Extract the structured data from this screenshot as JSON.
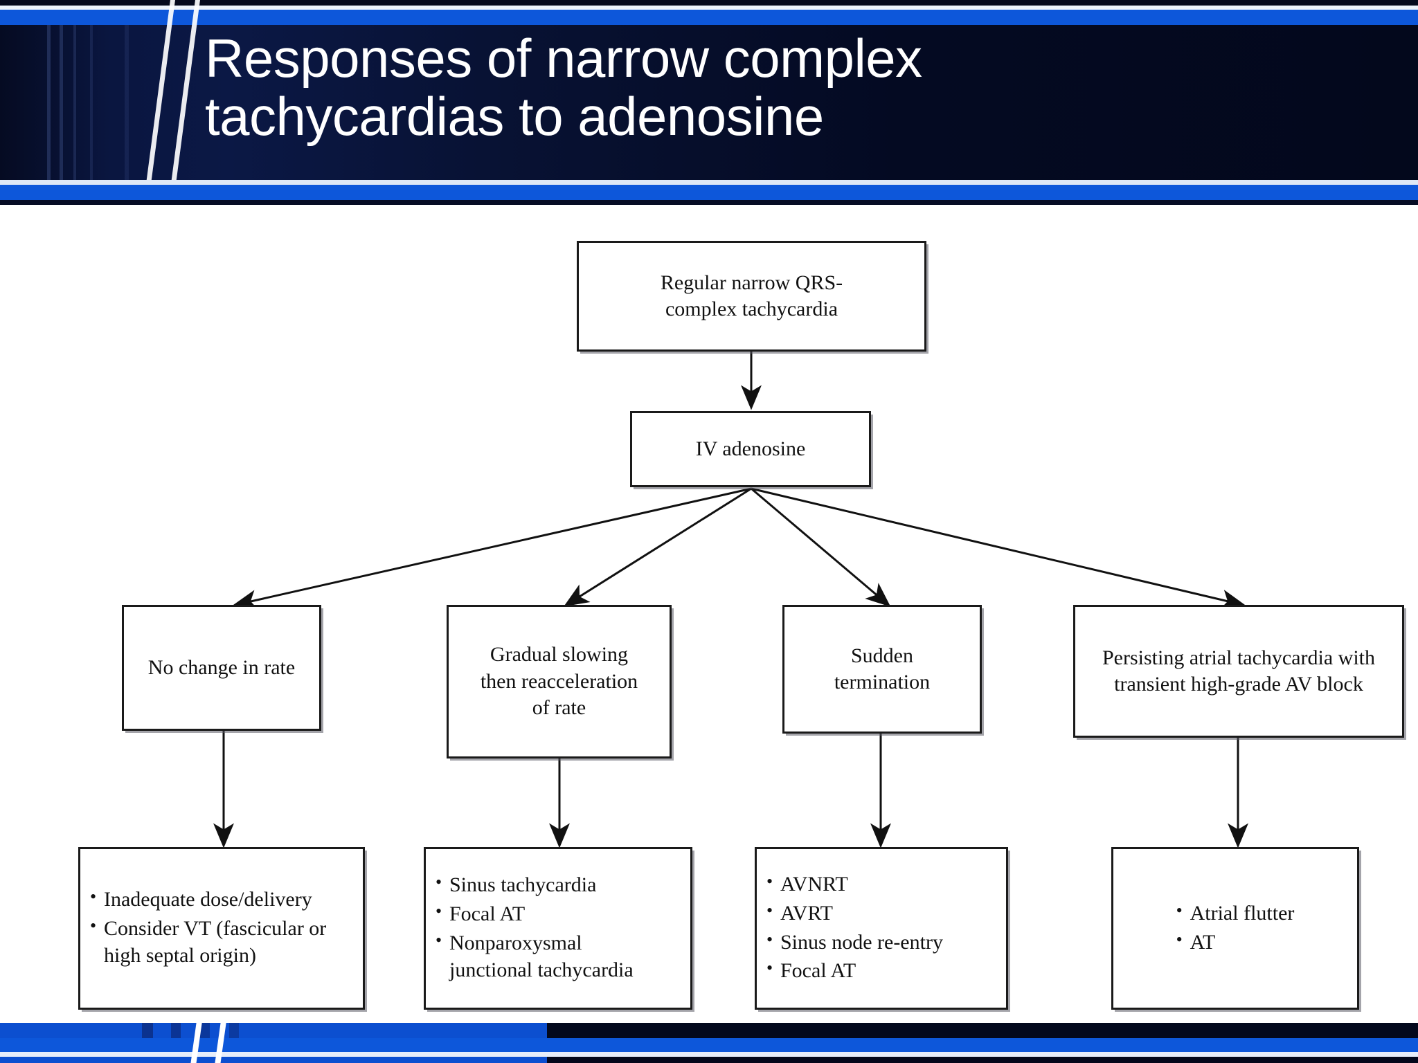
{
  "slide": {
    "title": "Responses of narrow complex\ntachycardias to adenosine",
    "accent_blue": "#0d57da",
    "banner_navy": "#050d28",
    "banner_white": "#eef3fb",
    "diagram_bg": "#ffffff",
    "node_border": "#1a1a1a",
    "node_text": "#111111"
  },
  "diagram": {
    "type": "flowchart",
    "root": {
      "label": "Regular narrow QRS-\ncomplex tachycardia"
    },
    "intervention": {
      "label": "IV adenosine"
    },
    "responses": [
      {
        "label": "No change in rate"
      },
      {
        "label": "Gradual slowing\nthen reacceleration\nof rate"
      },
      {
        "label": "Sudden\ntermination"
      },
      {
        "label": "Persisting atrial tachycardia with\ntransient high-grade AV block"
      }
    ],
    "causes": [
      {
        "items": [
          "Inadequate dose/delivery",
          "Consider VT (fascicular or\nhigh septal origin)"
        ]
      },
      {
        "items": [
          "Sinus tachycardia",
          "Focal AT",
          "Nonparoxysmal\njunctional tachycardia"
        ]
      },
      {
        "items": [
          "AVNRT",
          "AVRT",
          "Sinus node re-entry",
          "Focal AT"
        ]
      },
      {
        "items": [
          "Atrial flutter",
          "AT"
        ]
      }
    ]
  }
}
